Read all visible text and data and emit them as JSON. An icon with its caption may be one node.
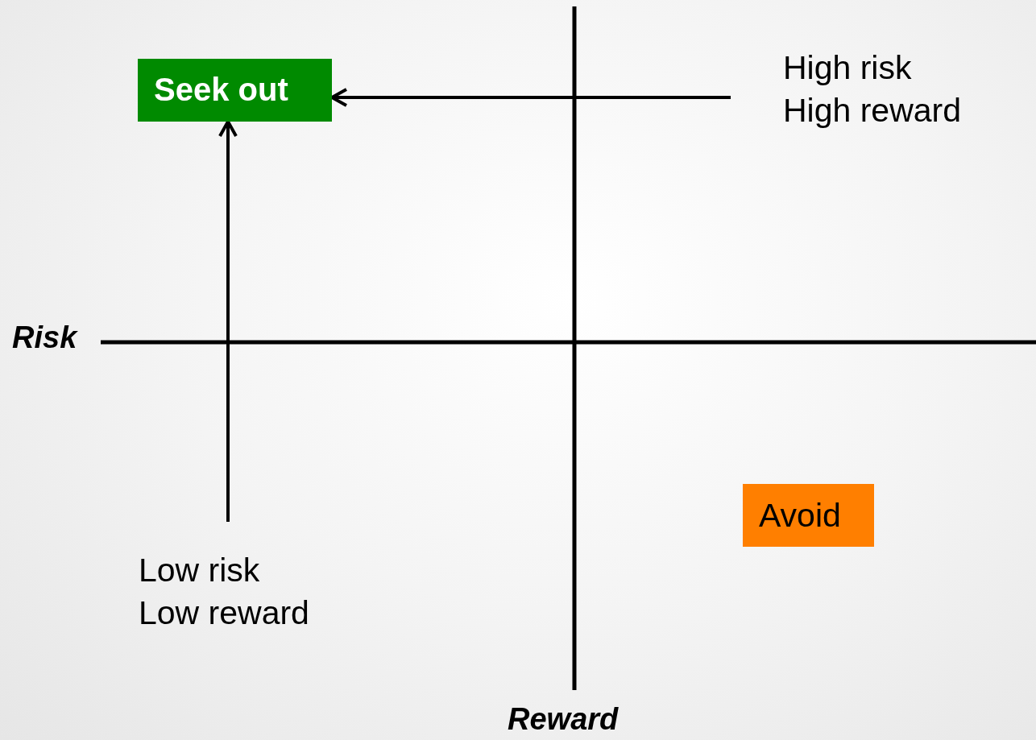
{
  "diagram": {
    "nodes": [
      {
        "text": [
          "Seek out"
        ]
      },
      {
        "text": [
          "High risk",
          "High reward"
        ]
      },
      {
        "text": [
          "Low risk",
          "Low reward"
        ]
      },
      {
        "text": [
          "Avoid"
        ]
      }
    ],
    "edges": [
      {
        "from": 1,
        "to": 0,
        "arrow": "to"
      },
      {
        "from": 2,
        "to": 0,
        "arrow": "to"
      }
    ],
    "labels": [
      "Risk",
      "Reward"
    ]
  }
}
